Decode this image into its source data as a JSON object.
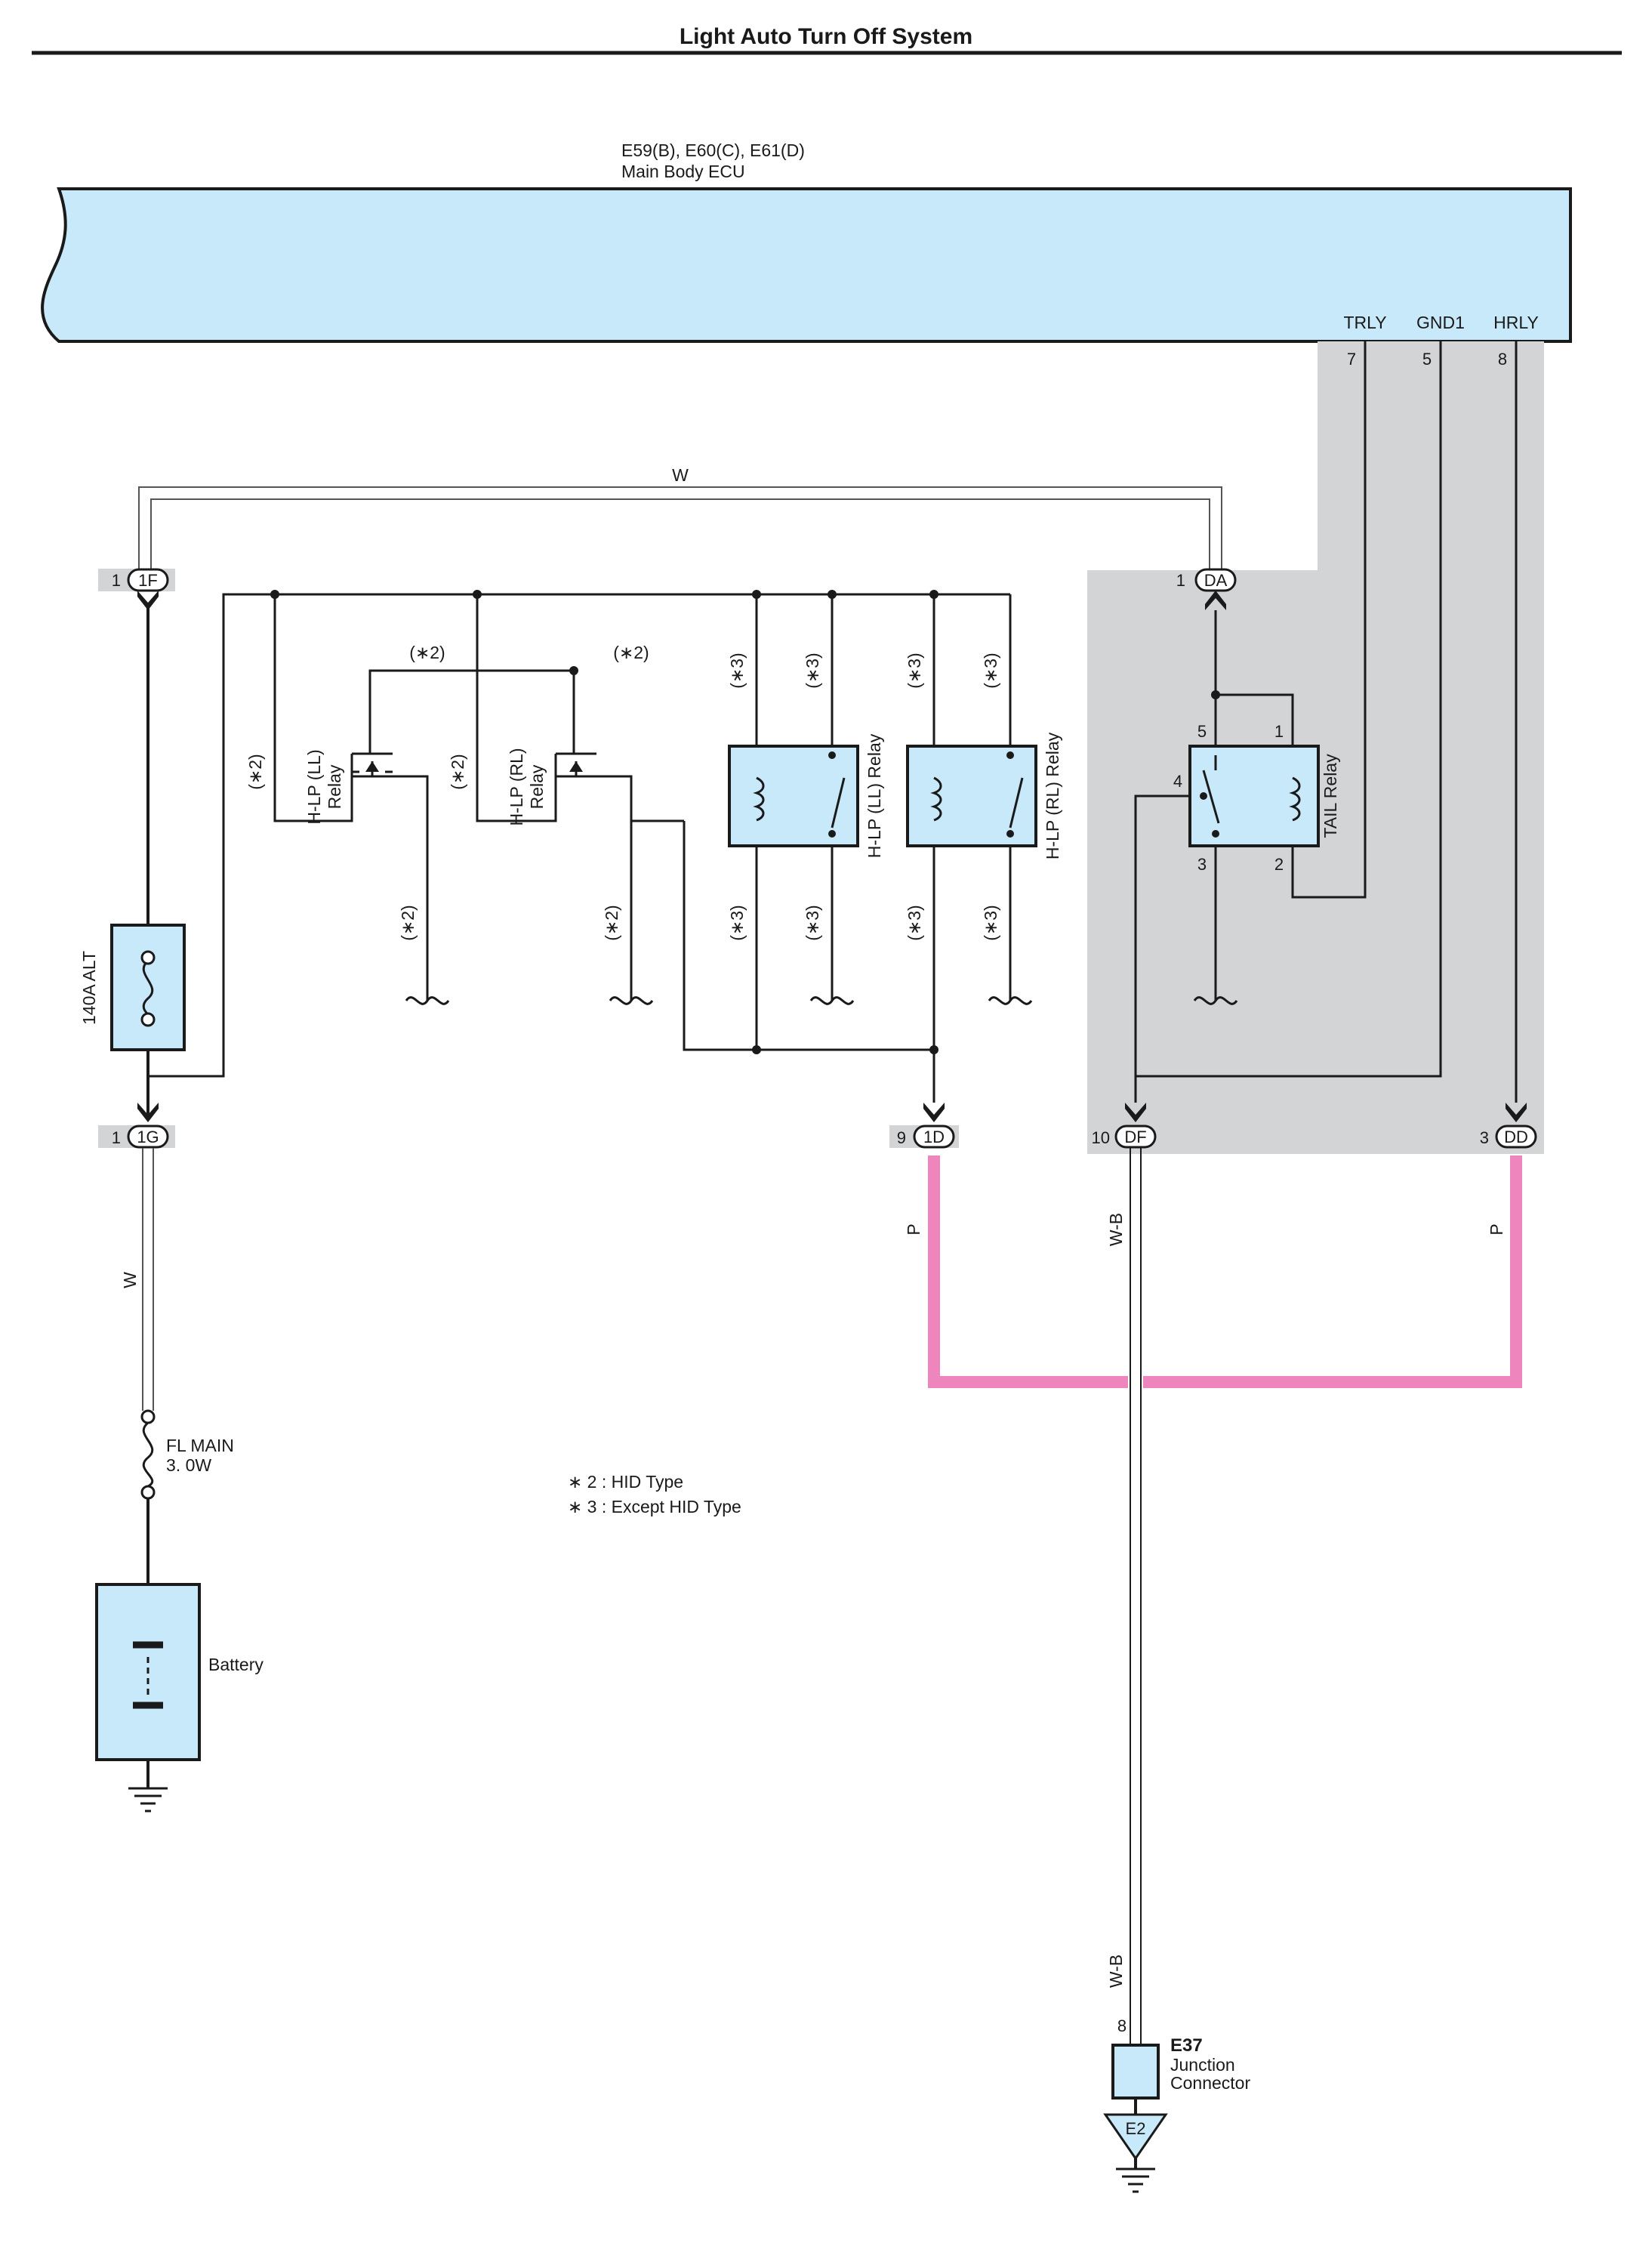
{
  "title": "Light Auto Turn Off System",
  "ecu": {
    "connectors": "E59(B), E60(C), E61(D)",
    "name": "Main Body ECU"
  },
  "ecu_terminals": [
    {
      "name": "TRLY",
      "pin": "7"
    },
    {
      "name": "GND1",
      "pin": "5"
    },
    {
      "name": "HRLY",
      "pin": "8"
    }
  ],
  "connectors": {
    "c1F": {
      "pin": "1",
      "id": "1F"
    },
    "cDA": {
      "pin": "1",
      "id": "DA"
    },
    "c1G": {
      "pin": "1",
      "id": "1G"
    },
    "c1D": {
      "pin": "9",
      "id": "1D"
    },
    "cDF": {
      "pin": "10",
      "id": "DF"
    },
    "cDD": {
      "pin": "3",
      "id": "DD"
    }
  },
  "wire_colors": {
    "top": "W",
    "below_1G": "W",
    "from_1D": "P",
    "from_DF": "W-B",
    "from_DD": "P",
    "to_E37": "W-B"
  },
  "components": {
    "alt_fuse": "140A ALT",
    "fl_main": [
      "FL MAIN",
      "3. 0W"
    ],
    "battery": "Battery",
    "hlp_ll_hid": [
      "H-LP (LL)",
      "Relay"
    ],
    "hlp_rl_hid": [
      "H-LP (RL)",
      "Relay"
    ],
    "hlp_ll_relay": "H-LP (LL) Relay",
    "hlp_rl_relay": "H-LP (RL) Relay",
    "tail_relay": "TAIL Relay",
    "tail_pins": {
      "p5": "5",
      "p1": "1",
      "p4": "4",
      "p3": "3",
      "p2": "2"
    },
    "junction": {
      "id": "E37",
      "line1": "Junction",
      "line2": "Connector",
      "pin": "8"
    },
    "ground": "E2"
  },
  "notes": {
    "star2": "(∗2)",
    "star3": "(∗3)",
    "legend": [
      "∗ 2 : HID Type",
      "∗ 3 : Except HID Type"
    ]
  },
  "colors": {
    "component_fill": "#c8e9fa",
    "shade": "#d3d4d6",
    "pink_wire": "#ee86bd"
  }
}
